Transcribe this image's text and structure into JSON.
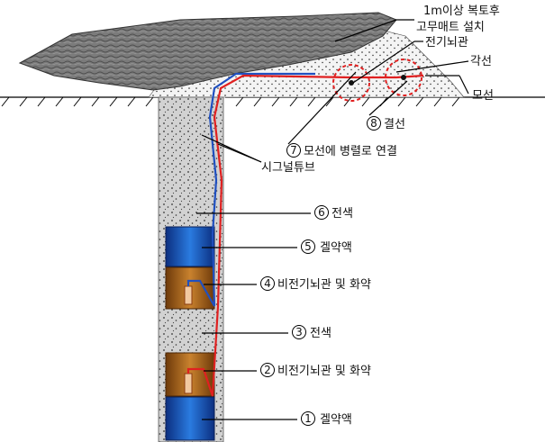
{
  "labels": {
    "mat_line1": "1m이상 복토후",
    "mat_line2": "고무매트 설치",
    "elec_detonator": "전기뇌관",
    "leg_wire": "각선",
    "main_wire": "모선",
    "connection": "결선",
    "parallel_connect": "모선에 병렬로 연결",
    "signal_tube": "시그널튜브",
    "stemming_6": "전색",
    "gel_5": "겔약액",
    "nonelec_4": "비전기뇌관 및 화약",
    "stemming_3": "전색",
    "nonelec_2": "비전기뇌관 및 화약",
    "gel_1": "겔약액"
  },
  "numbers": {
    "n1": "1",
    "n2": "2",
    "n3": "3",
    "n4": "4",
    "n5": "5",
    "n6": "6",
    "n7": "7",
    "n8": "8"
  },
  "colors": {
    "gel": "#1f5fbf",
    "explosive": "#a8641e",
    "stemming": "#cfcfcf",
    "mat": "#6a6a6a",
    "red_wire": "#e02020",
    "blue_wire": "#2050c0",
    "circle": "#e02020"
  }
}
